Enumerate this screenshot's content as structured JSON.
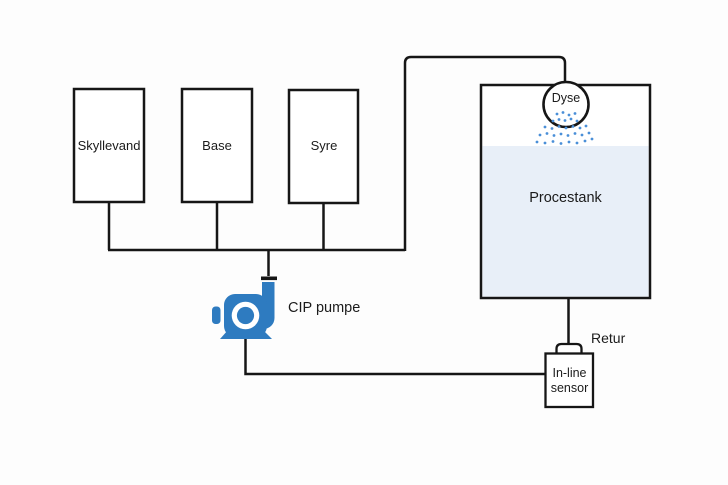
{
  "diagram": {
    "tanks": [
      {
        "id": "skyllevand",
        "label": "Skyllevand"
      },
      {
        "id": "base",
        "label": "Base"
      },
      {
        "id": "syre",
        "label": "Syre"
      }
    ],
    "process_tank": {
      "label": "Procestank"
    },
    "nozzle": {
      "label": "Dyse"
    },
    "pump": {
      "label": "CIP pumpe"
    },
    "return_line": {
      "label": "Retur"
    },
    "sensor": {
      "label_line1": "In-line",
      "label_line2": "sensor"
    }
  },
  "colors": {
    "background": "#fdfdfd",
    "line": "#161616",
    "text": "#1b1b1b",
    "pump_blue": "#2e7bc0",
    "spray_blue": "#4a8fd8",
    "liquid": "#e8eff8"
  }
}
